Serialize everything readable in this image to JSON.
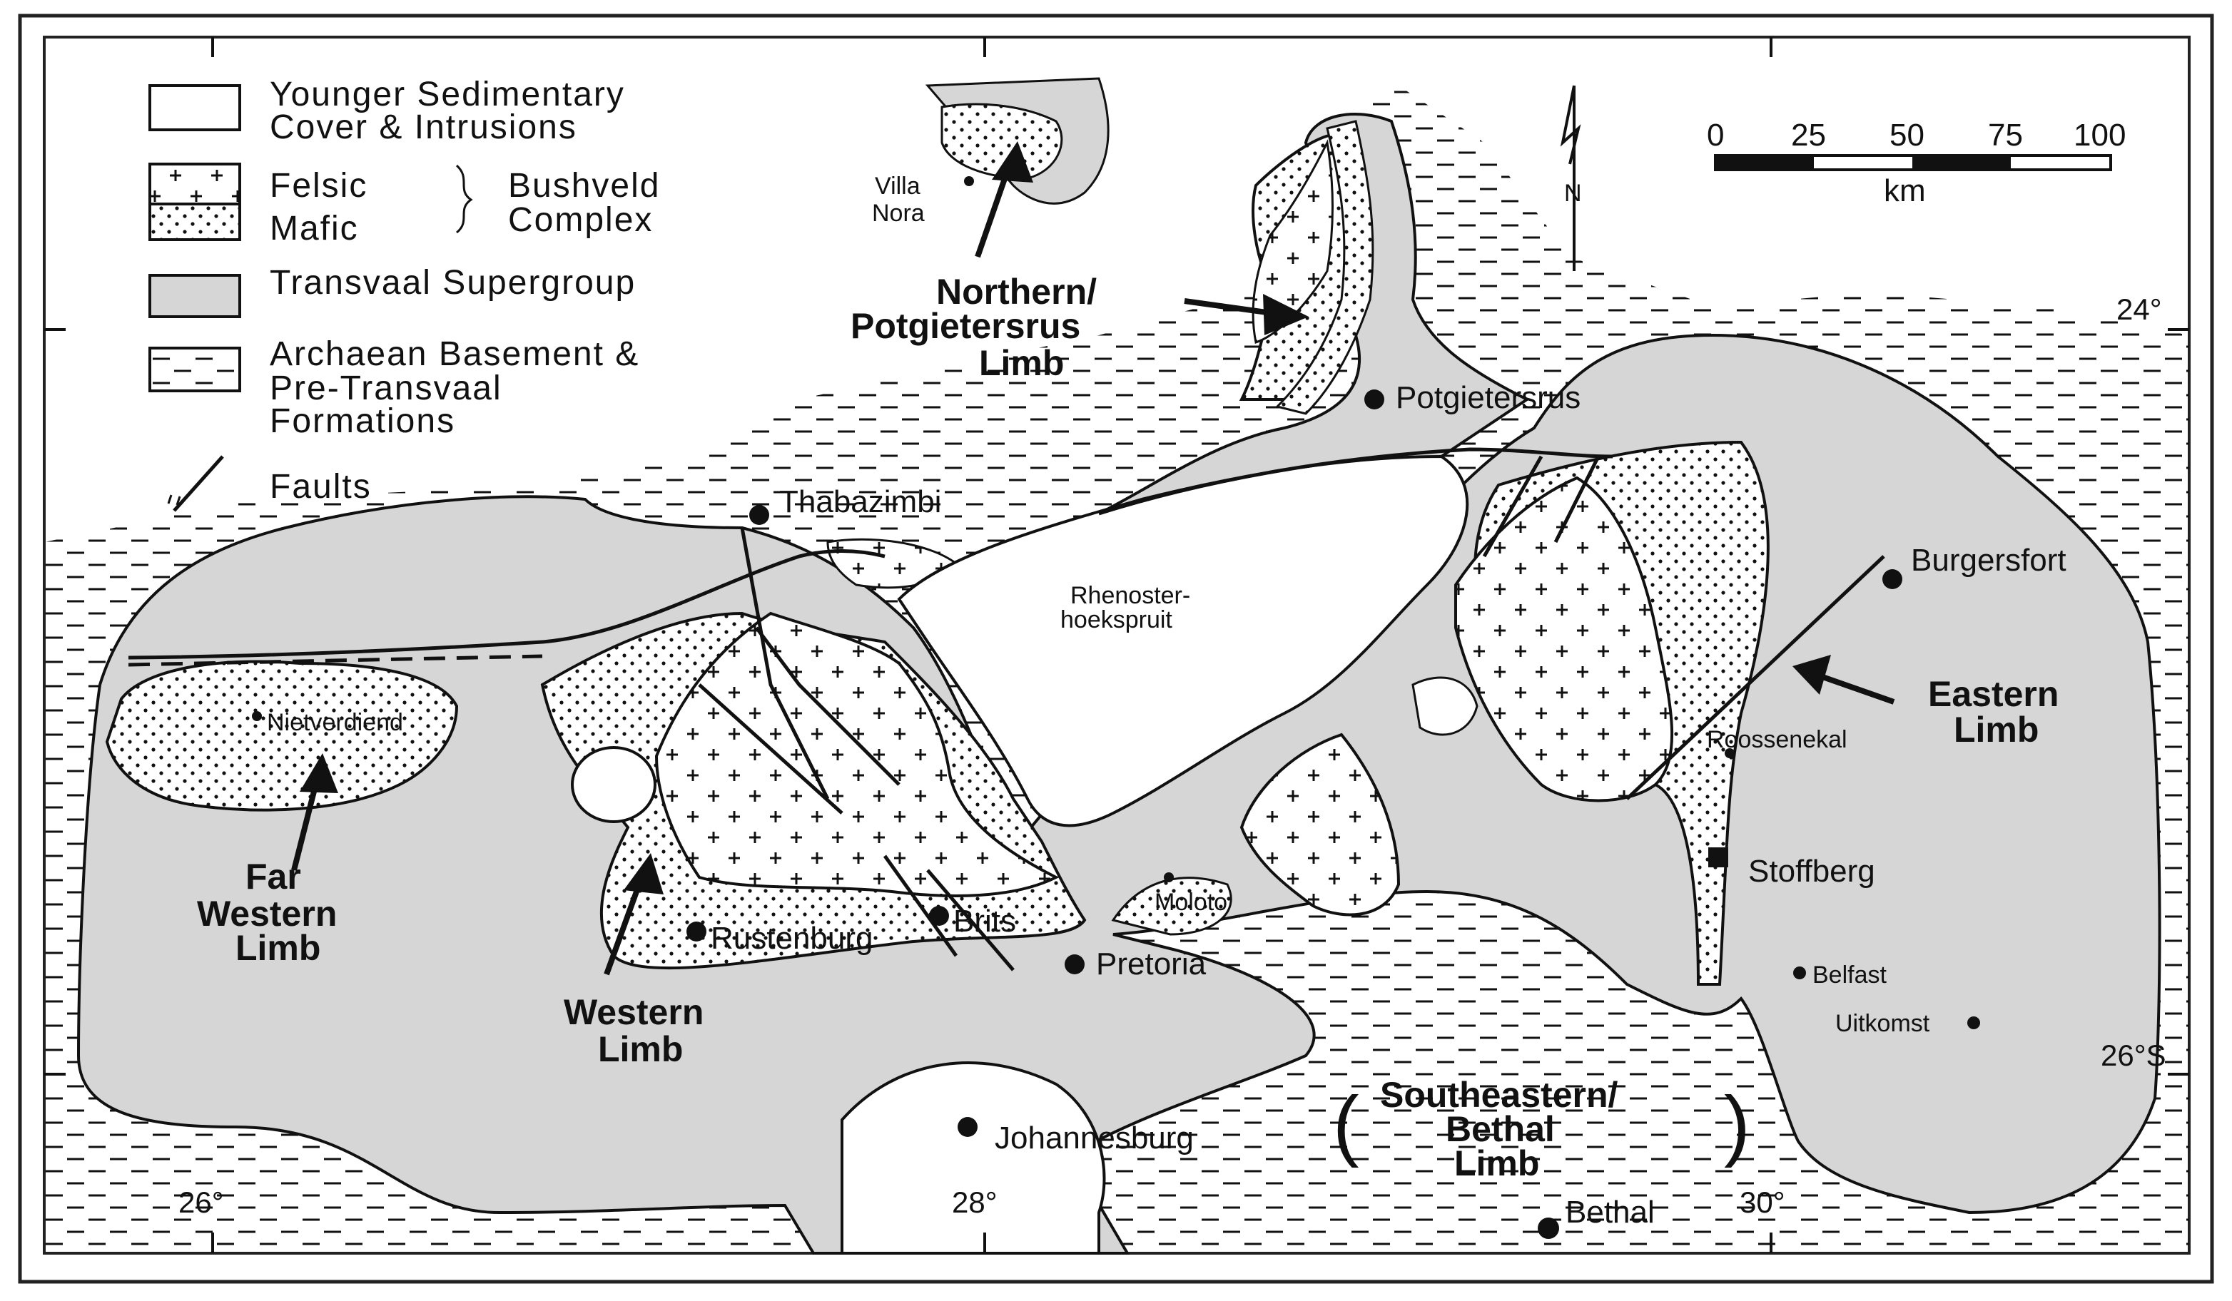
{
  "colors": {
    "transvaal": "#d6d6d6",
    "background": "#ffffff",
    "ink": "#111111",
    "frame": "#222222"
  },
  "legend": {
    "younger_line1": "Younger Sedimentary",
    "younger_line2": "Cover & Intrusions",
    "felsic": "Felsic",
    "mafic": "Mafic",
    "bushveld_line1": "Bushveld",
    "bushveld_line2": "Complex",
    "transvaal": "Transvaal Supergroup",
    "archaean_line1": "Archaean Basement &",
    "archaean_line2": "Pre-Transvaal",
    "archaean_line3": "Formations",
    "faults": "Faults"
  },
  "north_arrow": {
    "label": "N",
    "icon": "north-arrow-icon"
  },
  "scale_bar": {
    "ticks": [
      "0",
      "25",
      "50",
      "75",
      "100"
    ],
    "unit": "km"
  },
  "coordinates": {
    "lat_24": "24°",
    "lat_26": "26°S",
    "lon_26": "26°",
    "lon_28": "28°",
    "lon_30": "30°"
  },
  "towns": {
    "villa_nora_1": "Villa",
    "villa_nora_2": "Nora",
    "potgietersrus": "Potgietersrus",
    "thabazimbi": "Thabazimbi",
    "rhenoster_1": "Rhenoster-",
    "rhenoster_2": "hoekspruit",
    "burgersfort": "Burgersfort",
    "nietverdiend": "Nietverdiend",
    "roossenekal": "Roossenekal",
    "stoffberg": "Stoffberg",
    "moloto": "Moloto",
    "brits": "Brits",
    "rustenburg": "Rustenburg",
    "pretoria": "Pretoria",
    "belfast": "Belfast",
    "uitkomst": "Uitkomst",
    "johannesburg": "Johannesburg",
    "bethal": "Bethal"
  },
  "limbs": {
    "northern_1": "Northern/",
    "northern_2": "Potgietersrus",
    "northern_3": "Limb",
    "eastern_1": "Eastern",
    "eastern_2": "Limb",
    "far_western_1": "Far",
    "far_western_2": "Western",
    "far_western_3": "Limb",
    "western_1": "Western",
    "western_2": "Limb",
    "southeastern_1": "Southeastern/",
    "southeastern_2": "Bethal",
    "southeastern_3": "Limb"
  }
}
